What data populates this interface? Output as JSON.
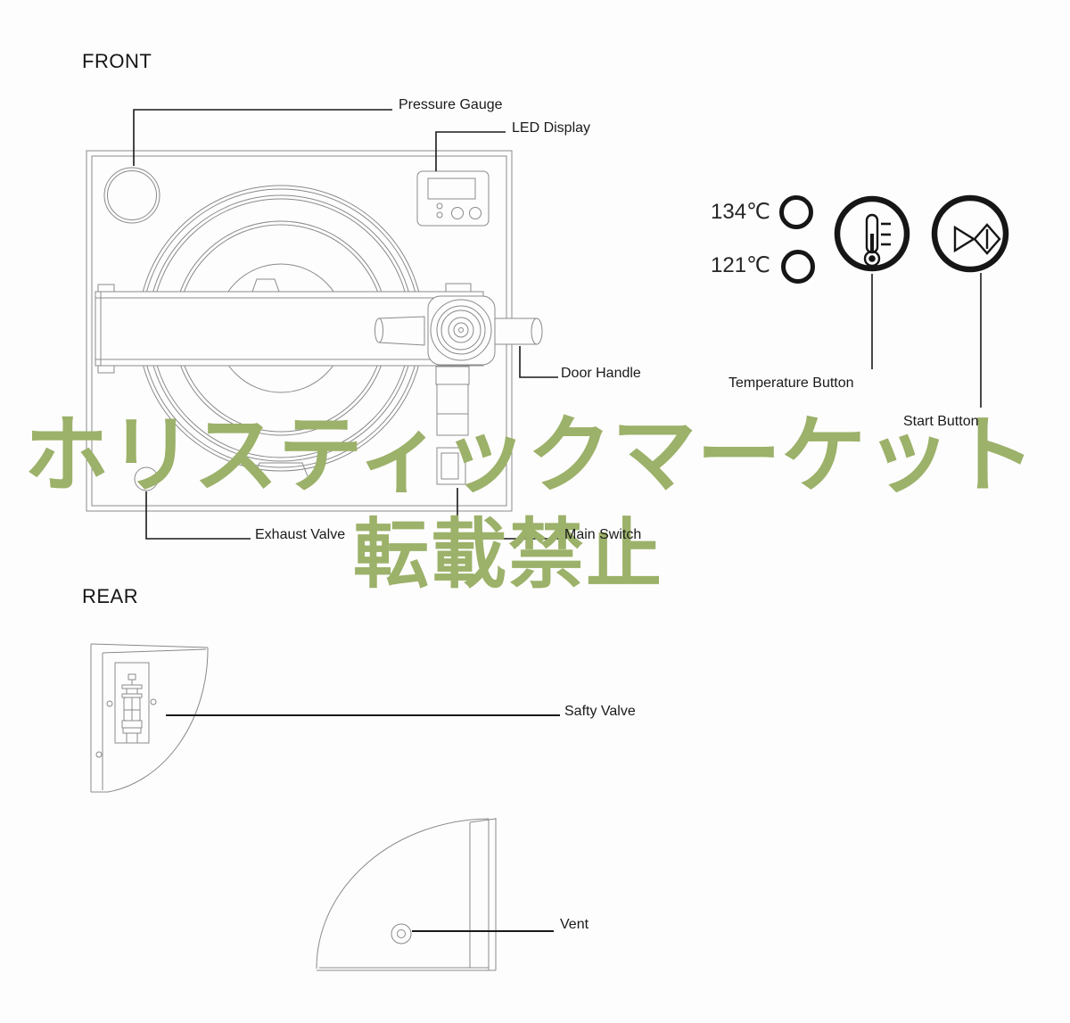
{
  "front": {
    "title": "FRONT",
    "labels": {
      "pressure_gauge": "Pressure Gauge",
      "led_display": "LED Display",
      "door_handle": "Door Handle",
      "exhaust_valve": "Exhaust Valve",
      "main_switch": "Main Switch"
    },
    "control_panel": {
      "indicator_134": "134℃",
      "indicator_121": "121℃",
      "temperature_button": "Temperature Button",
      "start_button": "Start Button"
    }
  },
  "rear": {
    "title": "REAR",
    "labels": {
      "safty_valve": "Safty Valve",
      "vent": "Vent"
    }
  },
  "watermark": {
    "line1": "ホリスティックマーケット",
    "line2": "転載禁止",
    "color": "#9CB169"
  },
  "colors": {
    "diagram_line": "#8a8a8a",
    "label_text": "#1a1a1a",
    "button_line": "#161616",
    "watermark_green": "#9CB169"
  }
}
